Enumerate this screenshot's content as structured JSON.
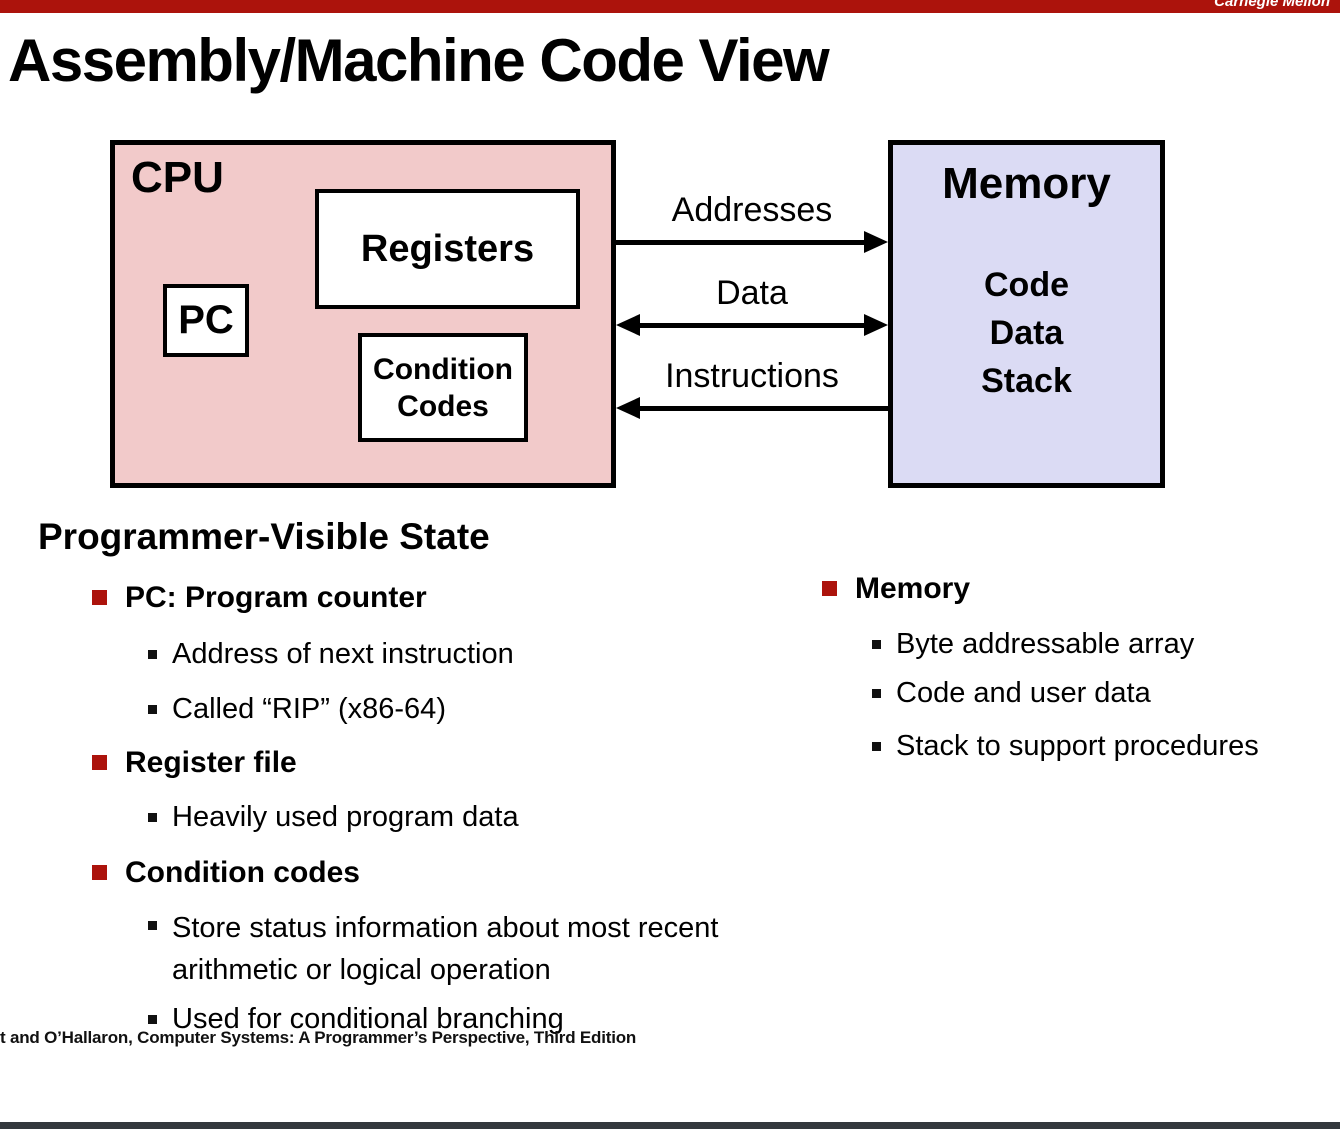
{
  "header": {
    "brand": "Carnegie Mellon"
  },
  "title": "Assembly/Machine Code View",
  "diagram": {
    "cpu": {
      "label": "CPU",
      "registers_label": "Registers",
      "pc_label": "PC",
      "condition_codes_label": "Condition Codes"
    },
    "memory": {
      "label": "Memory",
      "contents": [
        "Code",
        "Data",
        "Stack"
      ]
    },
    "buses": [
      {
        "label": "Addresses",
        "direction": "cpu-to-memory"
      },
      {
        "label": "Data",
        "direction": "bidirectional"
      },
      {
        "label": "Instructions",
        "direction": "memory-to-cpu"
      }
    ]
  },
  "section": {
    "heading": "Programmer-Visible State",
    "left_items": [
      {
        "level": 1,
        "label": "PC: Program counter"
      },
      {
        "level": 2,
        "label": "Address of next instruction"
      },
      {
        "level": 2,
        "label": "Called “RIP” (x86-64)"
      },
      {
        "level": 1,
        "label": "Register file"
      },
      {
        "level": 2,
        "label": "Heavily used program data"
      },
      {
        "level": 1,
        "label": "Condition codes"
      },
      {
        "level": 2,
        "label": "Store status information about most recent arithmetic or logical operation"
      },
      {
        "level": 2,
        "label": "Used for conditional branching"
      }
    ],
    "right_items": [
      {
        "level": 1,
        "label": "Memory"
      },
      {
        "level": 2,
        "label": "Byte addressable array"
      },
      {
        "level": 2,
        "label": "Code and user data"
      },
      {
        "level": 2,
        "label": "Stack to support procedures"
      }
    ]
  },
  "footer": {
    "attribution": "t and O’Hallaron, Computer Systems: A Programmer’s Perspective, Third Edition"
  },
  "colors": {
    "accent_red": "#AC130C",
    "cpu_fill": "#F2CACA",
    "memory_fill": "#DBDBF4",
    "bottom_bar": "#33383D"
  }
}
